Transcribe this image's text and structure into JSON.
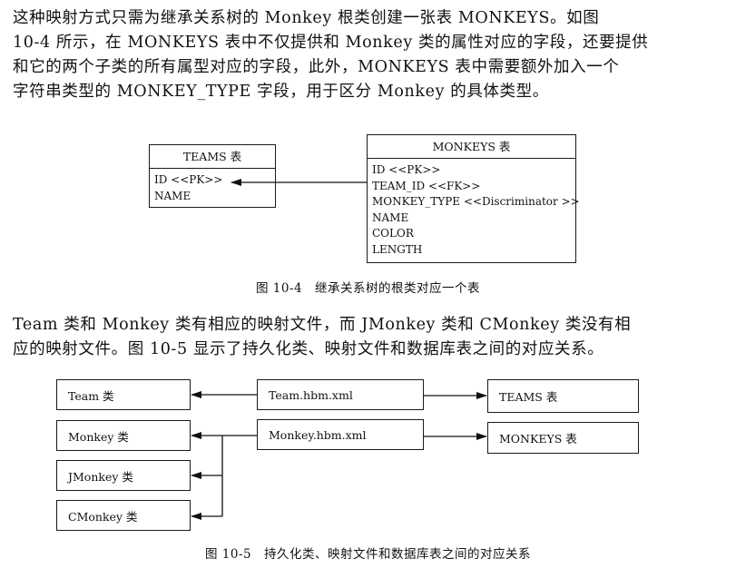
{
  "paragraph1": [
    "这种映射方式只需为继承关系树的 Monkey 根类创建一张表 MONKEYS。如图",
    "10-4 所示，在 MONKEYS 表中不仅提供和 Monkey 类的属性对应的字段，还要提供",
    "和它的两个子类的所有属型对应的字段，此外，MONKEYS 表中需要额外加入一个",
    "字符串类型的 MONKEY_TYPE 字段，用于区分 Monkey 的具体类型。"
  ],
  "figure4": {
    "teams_table": {
      "title": "TEAMS 表",
      "fields": [
        "ID <<PK>>",
        "NAME"
      ]
    },
    "monkeys_table": {
      "title": "MONKEYS 表",
      "fields": [
        "ID <<PK>>",
        "TEAM_ID <<FK>>",
        "MONKEY_TYPE <<Discriminator >>",
        "NAME",
        "COLOR",
        "LENGTH"
      ]
    },
    "caption": "图 10-4　继承关系树的根类对应一个表"
  },
  "paragraph2": [
    "Team 类和 Monkey 类有相应的映射文件，而 JMonkey 类和 CMonkey 类没有相",
    "应的映射文件。图 10-5 显示了持久化类、映射文件和数据库表之间的对应关系。"
  ],
  "figure5": {
    "classes": [
      "Team 类",
      "Monkey 类",
      "JMonkey 类",
      "CMonkey 类"
    ],
    "mapping_files": [
      "Team.hbm.xml",
      "Monkey.hbm.xml"
    ],
    "tables": [
      "TEAMS 表",
      "MONKEYS 表"
    ],
    "caption": "图 10-5　持久化类、映射文件和数据库表之间的对应关系"
  }
}
